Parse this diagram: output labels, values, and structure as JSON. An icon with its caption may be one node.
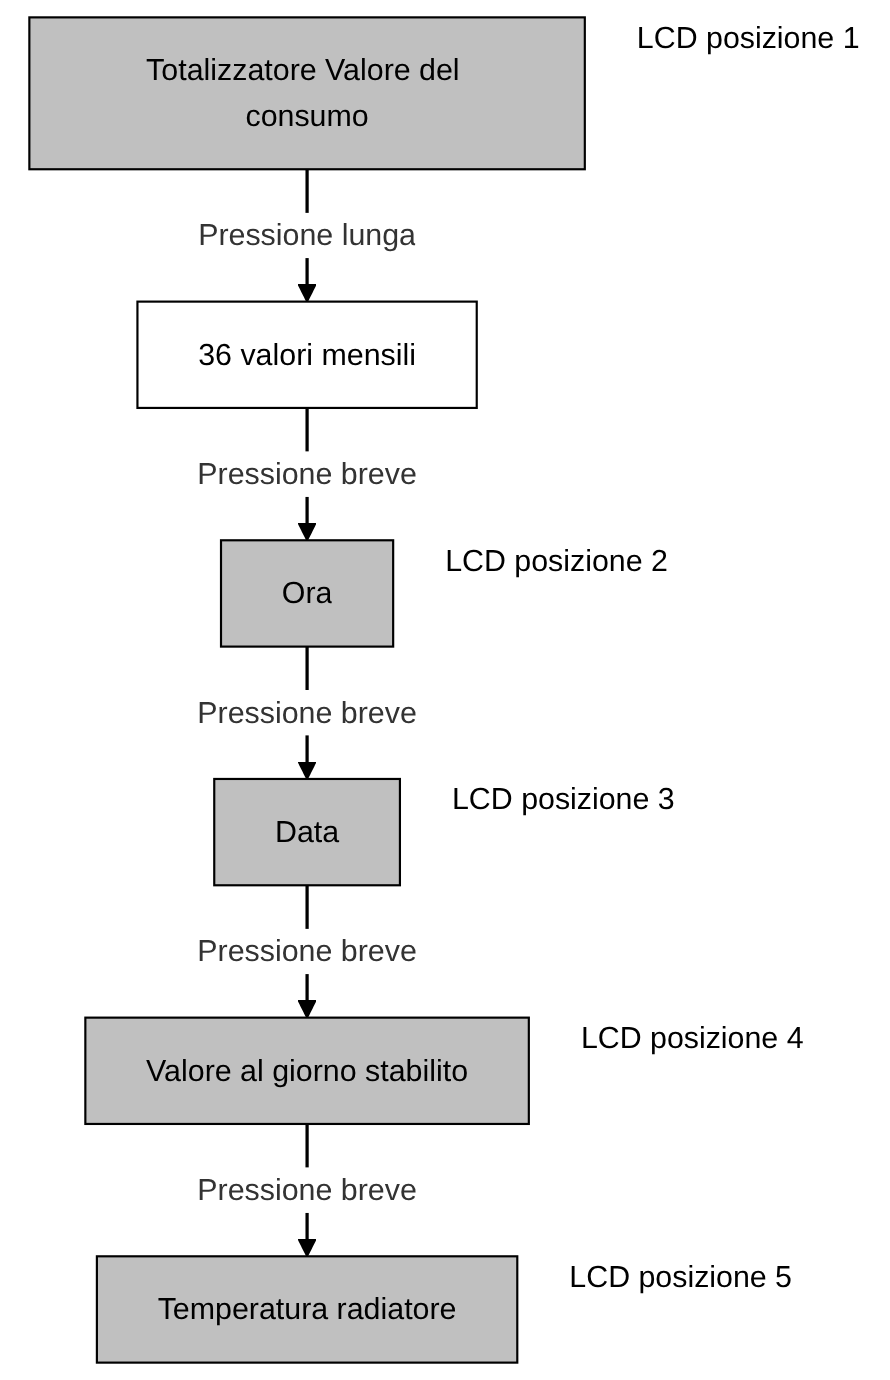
{
  "diagram": {
    "nodes": [
      {
        "text": [
          "Totalizzatore Valore del consumo"
        ],
        "beside": [
          "LCD posizione 1"
        ]
      },
      {
        "text": [
          "36 valori mensili"
        ]
      },
      {
        "text": [
          "Ora"
        ],
        "beside": [
          "LCD posizione 2"
        ]
      },
      {
        "text": [
          "Data"
        ],
        "beside": [
          "LCD posizione 3"
        ]
      },
      {
        "text": [
          "Valore al giorno stabilito"
        ],
        "beside": [
          "LCD posizione 4"
        ]
      },
      {
        "text": [
          "Temperatura radiatore"
        ],
        "beside": [
          "LCD posizione 5"
        ]
      }
    ],
    "edges": [
      {
        "from": 0,
        "to": 1,
        "arrow": "to",
        "label": "Pressione lunga"
      },
      {
        "from": 1,
        "to": 2,
        "arrow": "to",
        "label": "Pressione breve"
      },
      {
        "from": 2,
        "to": 3,
        "arrow": "to",
        "label": "Pressione breve"
      },
      {
        "from": 3,
        "to": 4,
        "arrow": "to",
        "label": "Pressione breve"
      },
      {
        "from": 4,
        "to": 5,
        "arrow": "to",
        "label": "Pressione breve"
      }
    ]
  }
}
